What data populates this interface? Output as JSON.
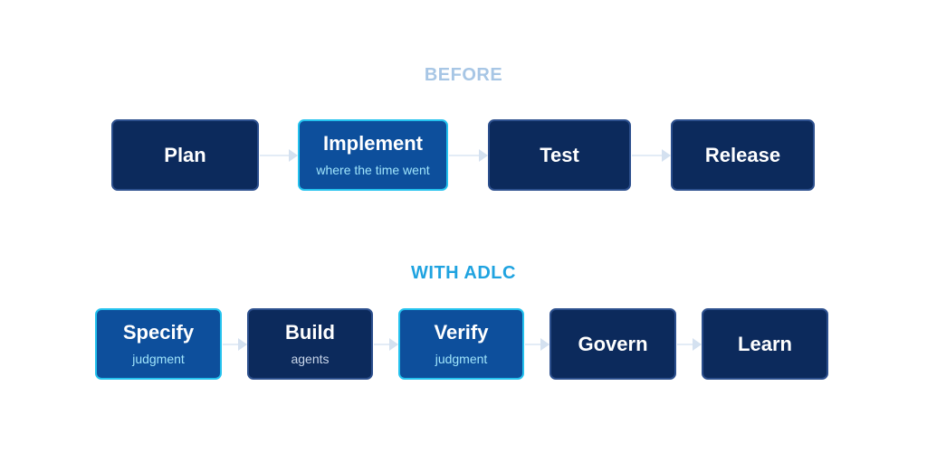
{
  "before": {
    "title": "BEFORE",
    "title_color": "#a7c6e5",
    "steps": [
      {
        "label": "Plan",
        "sub": "",
        "highlight": false
      },
      {
        "label": "Implement",
        "sub": "where the time went",
        "highlight": true
      },
      {
        "label": "Test",
        "sub": "",
        "highlight": false
      },
      {
        "label": "Release",
        "sub": "",
        "highlight": false
      }
    ]
  },
  "adlc": {
    "title": "WITH ADLC",
    "title_color": "#1fa3e0",
    "steps": [
      {
        "label": "Specify",
        "sub": "judgment",
        "highlight": true
      },
      {
        "label": "Build",
        "sub": "agents",
        "highlight": false
      },
      {
        "label": "Verify",
        "sub": "judgment",
        "highlight": true
      },
      {
        "label": "Govern",
        "sub": "",
        "highlight": false
      },
      {
        "label": "Learn",
        "sub": "",
        "highlight": false
      }
    ]
  },
  "colors": {
    "box_dark": "#0c2a5c",
    "box_dark_border": "#2c4f8d",
    "box_highlight": "#0d4f9c",
    "box_highlight_border": "#24c2ee",
    "arrow": "#d4e1f0"
  }
}
